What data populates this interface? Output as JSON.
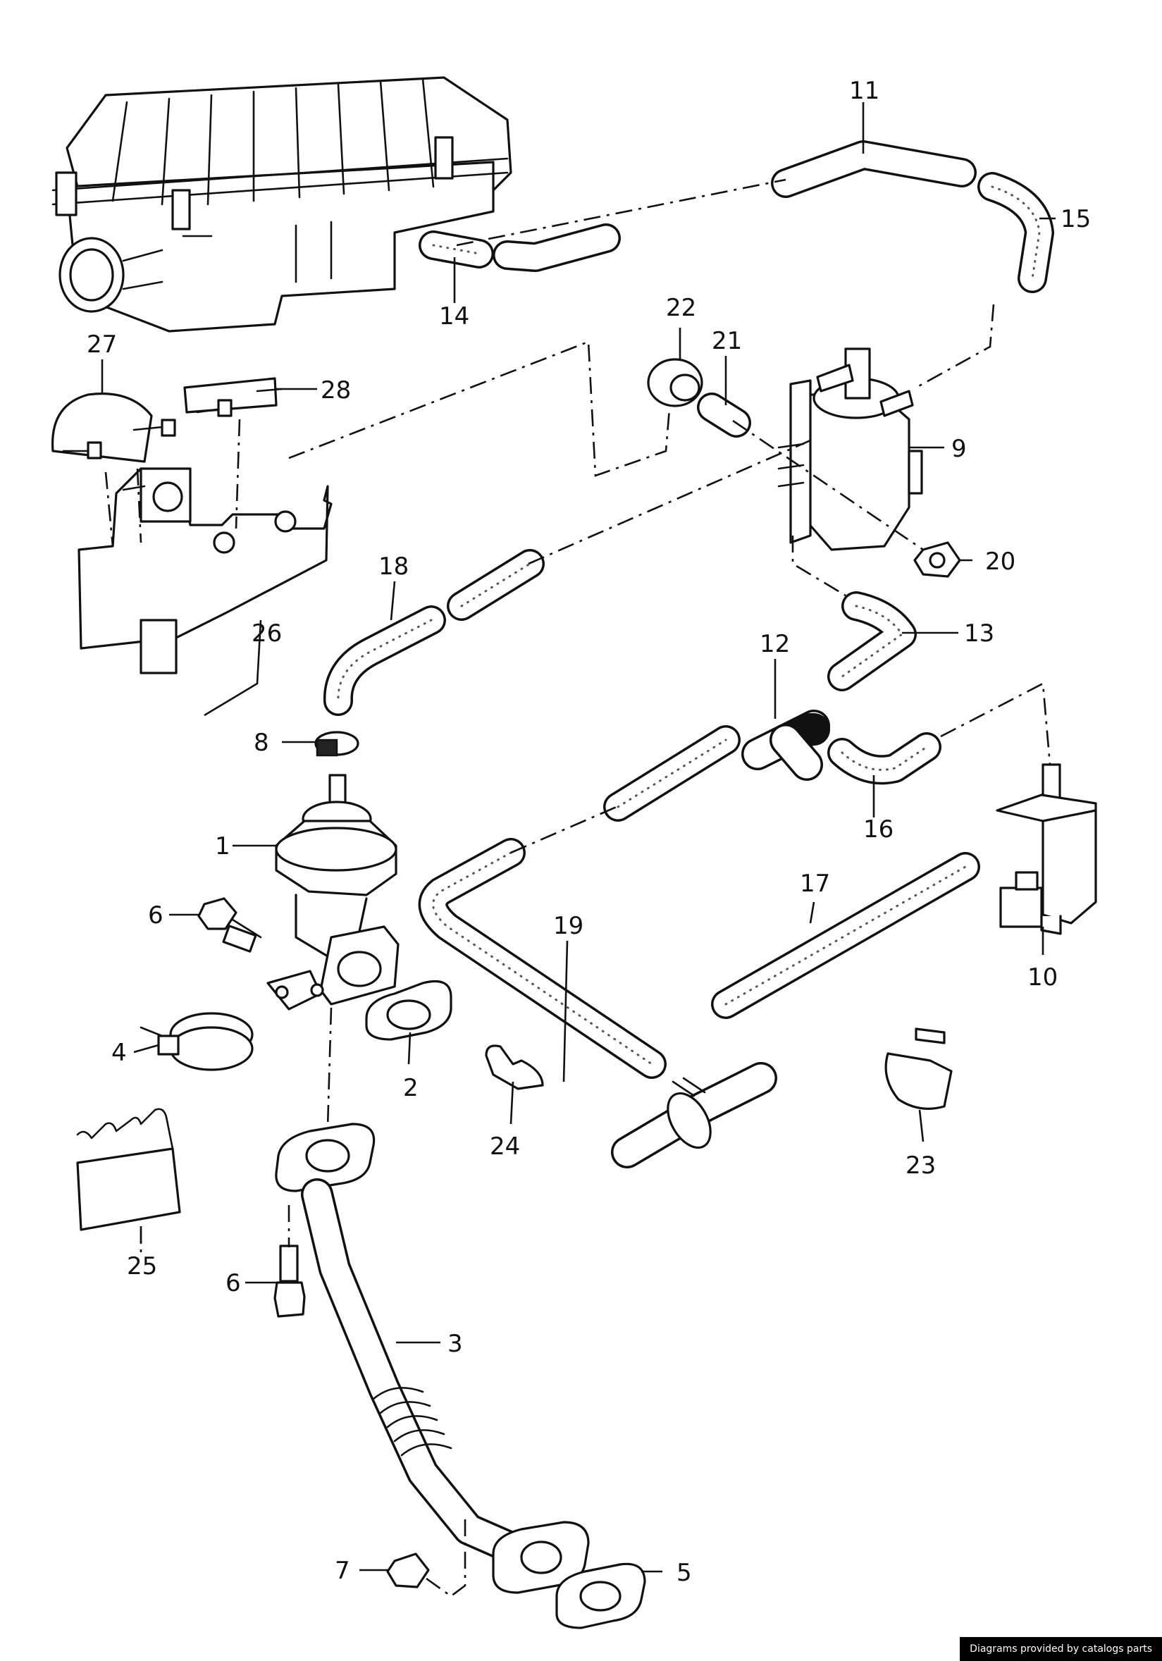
{
  "callouts": {
    "c1": "1",
    "c2": "2",
    "c3": "3",
    "c4": "4",
    "c5": "5",
    "c6a": "6",
    "c6b": "6",
    "c7": "7",
    "c8": "8",
    "c9": "9",
    "c10": "10",
    "c11": "11",
    "c12": "12",
    "c13": "13",
    "c14": "14",
    "c15": "15",
    "c16": "16",
    "c17": "17",
    "c18": "18",
    "c19": "19",
    "c20": "20",
    "c21": "21",
    "c22": "22",
    "c23": "23",
    "c24": "24",
    "c25": "25",
    "c26": "26",
    "c27": "27",
    "c28": "28"
  },
  "credit": "Diagrams provided by catalogs parts"
}
